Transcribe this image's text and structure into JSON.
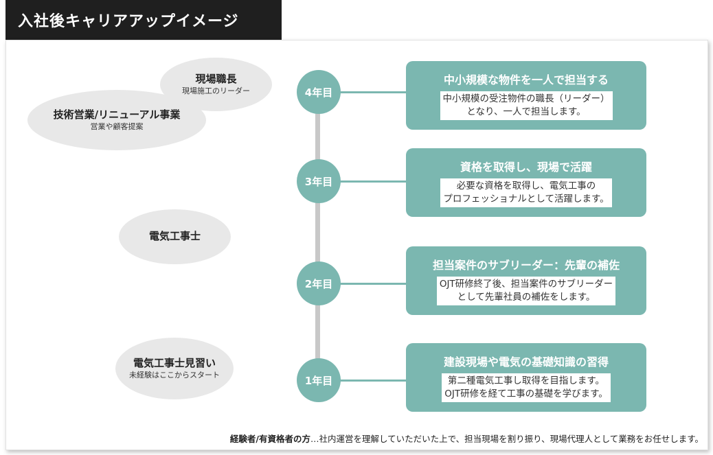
{
  "header": {
    "title": "入社後キャリアアップイメージ"
  },
  "roles": {
    "site_chief": {
      "title": "現場職長",
      "sub": "現場施工のリーダー"
    },
    "sales": {
      "title": "技術営業/リニューアル事業",
      "sub": "営業や顧客提案"
    },
    "electrician": {
      "title": "電気工事士"
    },
    "apprentice": {
      "title": "電気工事士見習い",
      "sub": "未経験はここからスタート"
    }
  },
  "timeline": {
    "year4": {
      "label": "4年目",
      "title": "中小規模な物件を一人で担当する",
      "desc1": "中小規模の受注物件の職長（リーダー）",
      "desc2": "となり、一人で担当します。"
    },
    "year3": {
      "label": "3年目",
      "title": "資格を取得し、現場で活躍",
      "desc1": "必要な資格を取得し、電気工事の",
      "desc2": "プロフェッショナルとして活躍します。"
    },
    "year2": {
      "label": "2年目",
      "title": "担当案件のサブリーダー：先輩の補佐",
      "desc1": "OJT研修終了後、担当案件のサブリーダー",
      "desc2": "として先輩社員の補佐をします。"
    },
    "year1": {
      "label": "1年目",
      "title": "建設現場や電気の基礎知識の習得",
      "desc1": "第二種電気工事し取得を目指します。",
      "desc2": "OJT研修を経て工事の基礎を学びます。"
    }
  },
  "footnote": {
    "bold": "経験者/有資格者の方",
    "text": "…社内運営を理解していただいた上で、担当現場を割り振り、現場代理人として業務をお任せします。"
  },
  "colors": {
    "accent": "#7bb7b0",
    "ellipse": "#e8e8e8",
    "header_bg": "#1f1f1f",
    "line": "#c8c8c8"
  }
}
